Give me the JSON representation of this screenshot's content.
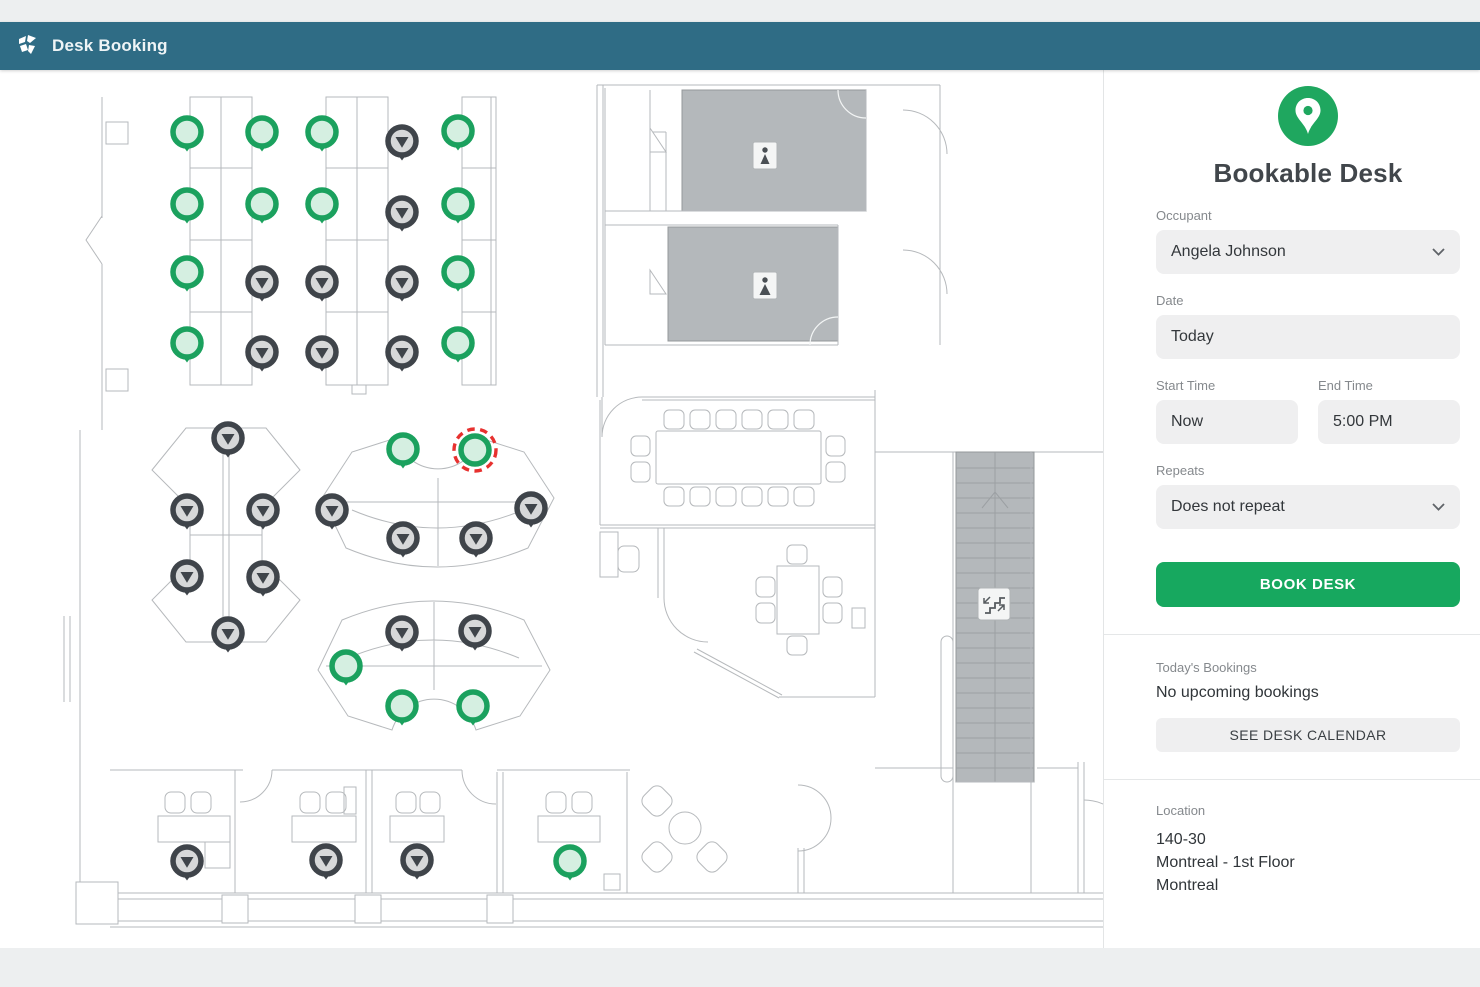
{
  "app": {
    "title": "Desk Booking"
  },
  "icons": {
    "logo": "robin-pinwheel-logo",
    "panel_marker": "location-pin",
    "select_chevron": "chevron-down",
    "bathroom_badge": "person",
    "stairs_badge": "stairs-arrows"
  },
  "theme": {
    "header_bg": "#2f6c85",
    "accent_green": "#17a85f",
    "pin_green": "#1ba15e",
    "pin_fill_green": "#d5efe1",
    "pin_dark": "#3f444a",
    "pin_fill_dark": "#d7d8d9",
    "selected_red": "#e7312f",
    "room_gray": "#b4b8bb"
  },
  "sidebar": {
    "title": "Bookable Desk",
    "occupant": {
      "label": "Occupant",
      "value": "Angela Johnson"
    },
    "date": {
      "label": "Date",
      "value": "Today"
    },
    "start_time": {
      "label": "Start Time",
      "value": "Now"
    },
    "end_time": {
      "label": "End Time",
      "value": "5:00 PM"
    },
    "repeats": {
      "label": "Repeats",
      "value": "Does not repeat"
    },
    "book_button": "BOOK DESK",
    "bookings": {
      "label": "Today's Bookings",
      "empty_text": "No upcoming bookings",
      "calendar_button": "SEE DESK CALENDAR"
    },
    "location": {
      "label": "Location",
      "lines": [
        "140-30",
        "Montreal - 1st Floor",
        "Montreal"
      ]
    }
  },
  "floorplan": {
    "status_legend": {
      "a": "available",
      "b": "booked",
      "s": "selected"
    },
    "pins": [
      [
        187,
        132,
        "a"
      ],
      [
        262,
        132,
        "a"
      ],
      [
        322,
        132,
        "a"
      ],
      [
        402,
        141,
        "b"
      ],
      [
        458,
        131,
        "a"
      ],
      [
        187,
        204,
        "a"
      ],
      [
        262,
        204,
        "a"
      ],
      [
        322,
        204,
        "a"
      ],
      [
        402,
        212,
        "b"
      ],
      [
        458,
        204,
        "a"
      ],
      [
        187,
        272,
        "a"
      ],
      [
        262,
        282,
        "b"
      ],
      [
        322,
        282,
        "b"
      ],
      [
        402,
        282,
        "b"
      ],
      [
        458,
        272,
        "a"
      ],
      [
        187,
        343,
        "a"
      ],
      [
        262,
        352,
        "b"
      ],
      [
        322,
        352,
        "b"
      ],
      [
        402,
        352,
        "b"
      ],
      [
        458,
        343,
        "a"
      ],
      [
        228,
        438,
        "b"
      ],
      [
        187,
        510,
        "b"
      ],
      [
        263,
        510,
        "b"
      ],
      [
        187,
        576,
        "b"
      ],
      [
        263,
        577,
        "b"
      ],
      [
        228,
        633,
        "b"
      ],
      [
        403,
        449,
        "a"
      ],
      [
        475,
        450,
        "s"
      ],
      [
        332,
        510,
        "b"
      ],
      [
        531,
        508,
        "b"
      ],
      [
        403,
        538,
        "b"
      ],
      [
        476,
        538,
        "b"
      ],
      [
        402,
        632,
        "b"
      ],
      [
        475,
        631,
        "b"
      ],
      [
        346,
        666,
        "a"
      ],
      [
        402,
        706,
        "a"
      ],
      [
        473,
        706,
        "a"
      ],
      [
        187,
        861,
        "b"
      ],
      [
        326,
        860,
        "b"
      ],
      [
        417,
        860,
        "b"
      ],
      [
        570,
        861,
        "a"
      ]
    ]
  }
}
